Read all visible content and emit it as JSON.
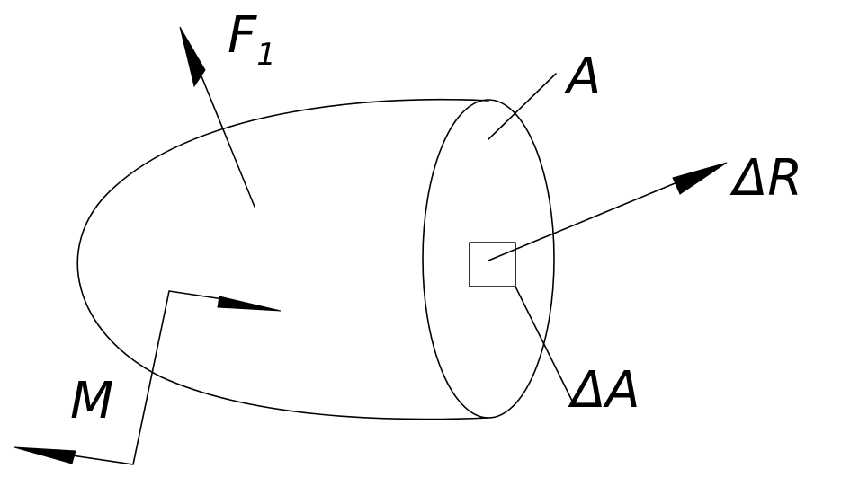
{
  "labels": {
    "force": "F",
    "force_subscript": "1",
    "area": "A",
    "delta_r": "ΔR",
    "delta_a": "ΔA",
    "moment": "M"
  },
  "colors": {
    "ink": "#000000",
    "background": "#ffffff"
  }
}
